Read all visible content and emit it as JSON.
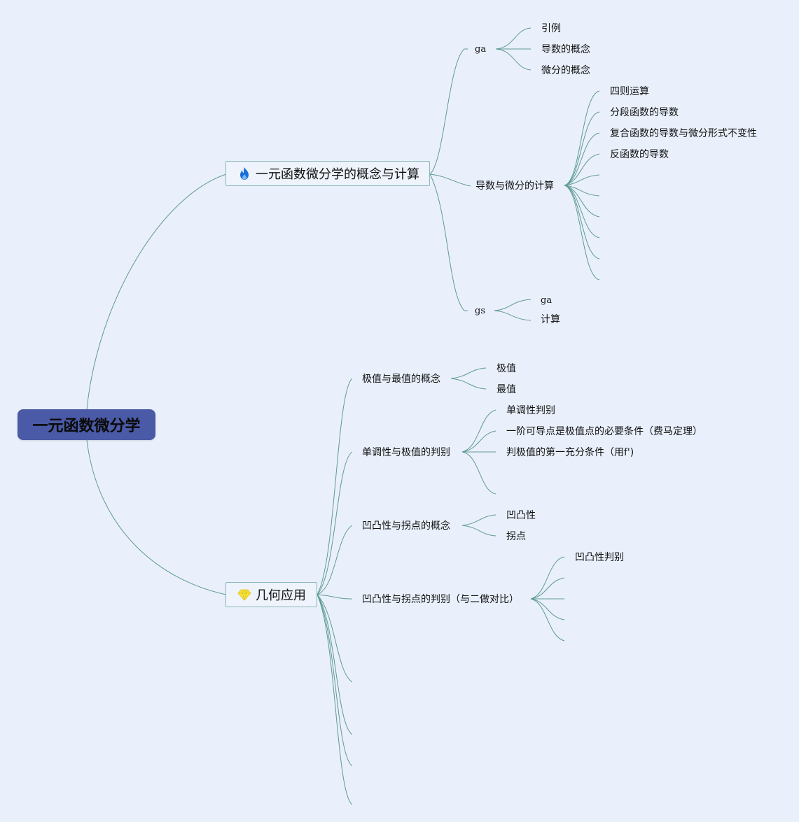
{
  "root": {
    "label": "一元函数微分学"
  },
  "branch1": {
    "label": "一元函数微分学的概念与计算",
    "icon": "fire-icon",
    "icon_color": "#1a6fd8",
    "children": {
      "ga": {
        "label": "ga",
        "items": [
          "引例",
          "导数的概念",
          "微分的概念"
        ]
      },
      "calc": {
        "label": "导数与微分的计算",
        "items": [
          "四则运算",
          "分段函数的导数",
          "复合函数的导数与微分形式不变性",
          "反函数的导数"
        ]
      },
      "gs": {
        "label": "gs",
        "items": [
          "ga",
          "计算"
        ]
      }
    }
  },
  "branch2": {
    "label": "几何应用",
    "icon": "gem-icon",
    "icon_color": "#f5e33a",
    "children": {
      "extreme": {
        "label": "极值与最值的概念",
        "items": [
          "极值",
          "最值"
        ]
      },
      "mono": {
        "label": "单调性与极值的判别",
        "items": [
          "单调性判别",
          "一阶可导点是极值点的必要条件（费马定理）",
          "判极值的第一充分条件（用f')"
        ]
      },
      "convex": {
        "label": "凹凸性与拐点的概念",
        "items": [
          "凹凸性",
          "拐点"
        ]
      },
      "convexJudge": {
        "label": "凹凸性与拐点的判别（与二做对比）",
        "items": [
          "凹凸性判别"
        ]
      }
    }
  },
  "colors": {
    "background": "#e9f0fb",
    "edge": "#5f9a94",
    "root_fill": "#4a5aa6",
    "branch_border": "#8db7b6"
  }
}
